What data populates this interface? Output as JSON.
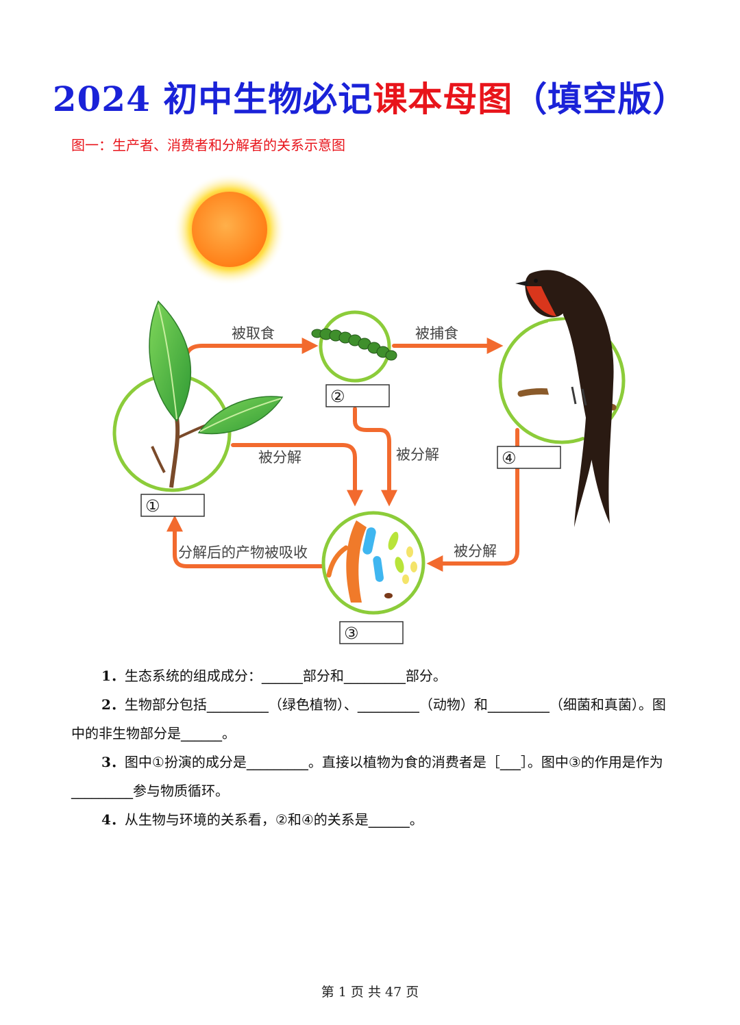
{
  "header": {
    "title_blue": "2024 初中生物必记",
    "title_red": "课本母图",
    "title_blue_tail": "（填空版）"
  },
  "figure": {
    "caption": "图一：生产者、消费者和分解者的关系示意图",
    "arrow_labels": {
      "eaten": "被取食",
      "preyed": "被捕食",
      "decomposed_plant": "被分解",
      "decomposed_caterpillar": "被分解",
      "decomposed_bird": "被分解",
      "absorbed": "分解后的产物被吸收"
    },
    "boxes": {
      "plant": "①",
      "caterpillar": "②",
      "decomposer": "③",
      "bird": "④"
    },
    "colors": {
      "arrow": "#f26a2e",
      "ring": "#8ccc3a",
      "sun": "#ff8c1a"
    }
  },
  "questions": [
    {
      "num": "1．",
      "text": "生态系统的组成成分：______部分和_________部分。"
    },
    {
      "num": "2．",
      "text": "生物部分包括_________（绿色植物）、_________（动物）和_________（细菌和真菌）。图中的非生物部分是______。"
    },
    {
      "num": "3．",
      "text": "图中①扮演的成分是_________。直接以植物为食的消费者是［___］。图中③的作用是作为_________参与物质循环。"
    },
    {
      "num": "4．",
      "text": "从生物与环境的关系看，②和④的关系是______。"
    }
  ],
  "footer": {
    "page_text": "第 1 页 共 47 页"
  }
}
